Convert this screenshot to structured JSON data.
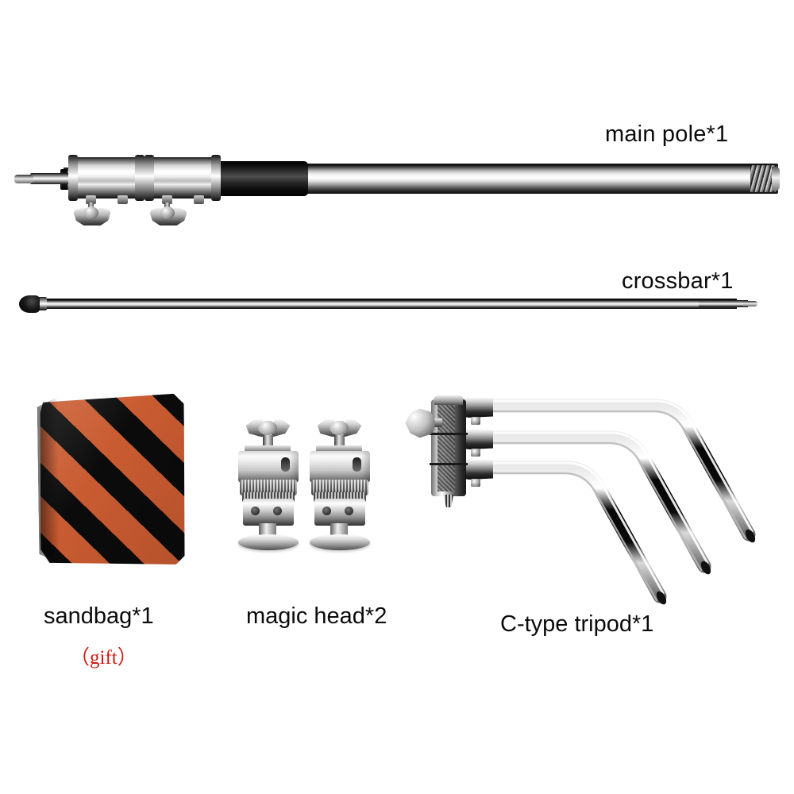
{
  "page": {
    "background_color": "#ffffff",
    "title": "Photography C-stand kit parts diagram"
  },
  "parts": [
    {
      "id": "main-pole",
      "label": "main pole*1",
      "quantity": 1,
      "label_color": "#0b0b0b",
      "description": "chrome telescoping main pole with two collar clamps and black rubber grip"
    },
    {
      "id": "crossbar",
      "label": "crossbar*1",
      "quantity": 1,
      "label_color": "#0b0b0b",
      "description": "long thin chrome crossbar rod with black end cap"
    },
    {
      "id": "sandbag",
      "label": "sandbag*1",
      "quantity": 1,
      "label_color": "#0b0b0b",
      "note": "（gift）",
      "note_color": "#d21b10",
      "stripe_colors": [
        "#c95b31",
        "#0b0b0b"
      ],
      "description": "folded orange and black diagonally striped sandbag cloth"
    },
    {
      "id": "magic-head",
      "label": "magic head*2",
      "quantity": 2,
      "label_color": "#0b0b0b",
      "description": "two chrome magic head clamps with T-handles and round bases"
    },
    {
      "id": "c-type-tripod",
      "label": "C-type tripod*1",
      "quantity": 1,
      "label_color": "#0b0b0b",
      "description": "chrome C-type tripod base hub with knob and three folding legs"
    }
  ]
}
